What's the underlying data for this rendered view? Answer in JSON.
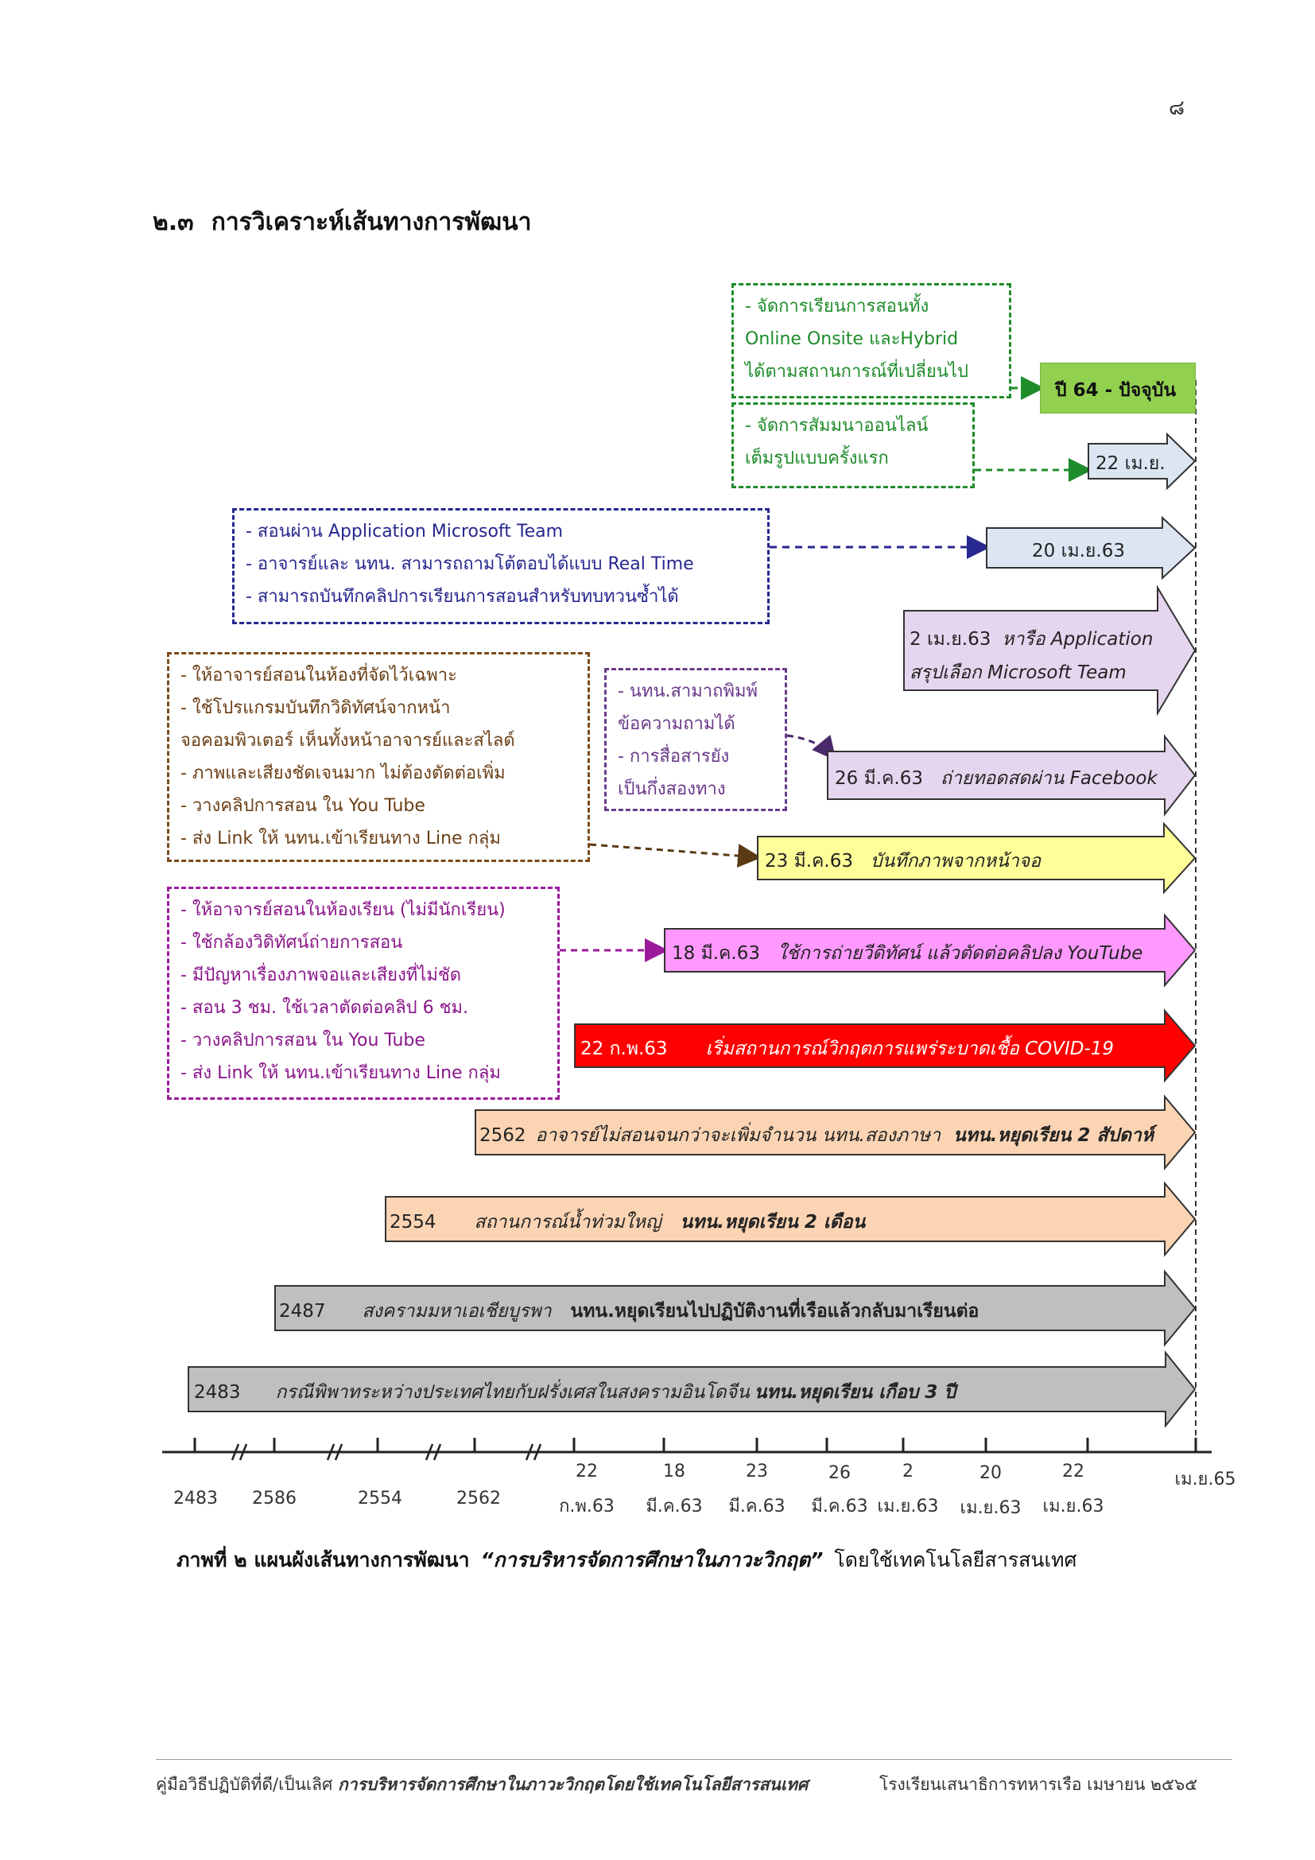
{
  "page_number": "๘",
  "heading": {
    "number": "๒.๓",
    "title": "การวิเคราะห์เส้นทางการพัฒนา"
  },
  "notes": {
    "green_top": [
      "- จัดการเรียนการสอนทั้ง",
      "Online Onsite และHybrid",
      "ได้ตามสถานการณ์ที่เปลี่ยนไป"
    ],
    "green_bottom": [
      "- จัดการสัมมนาออนไลน์",
      "เต็มรูปแบบครั้งแรก"
    ],
    "blue": [
      "- สอนผ่าน Application Microsoft Team",
      "- อาจารย์และ นทน. สามารถถามโต้ตอบได้แบบ Real Time",
      "- สามารถบันทึกคลิปการเรียนการสอนสำหรับทบทวนซ้ำได้"
    ],
    "purple_small": [
      "- นทน.สามาถพิมพ์",
      "ข้อความถามได้",
      "- การสื่อสารยัง",
      "เป็นกึ่งสองทาง"
    ],
    "brown": [
      "- ให้อาจารย์สอนในห้องที่จัดไว้เฉพาะ",
      "- ใช้โปรแกรมบันทึกวิดิทัศน์จากหน้า",
      "จอคอมพิวเตอร์ เห็นทั้งหน้าอาจารย์และสไลด์",
      "- ภาพและเสียงชัดเจนมาก ไม่ต้องตัดต่อเพิ่ม",
      "- วางคลิปการสอน ใน You Tube",
      "- ส่ง Link ให้ นทน.เข้าเรียนทาง Line กลุ่ม"
    ],
    "magenta": [
      "- ให้อาจารย์สอนในห้องเรียน (ไม่มีนักเรียน)",
      "- ใช้กล้องวิดิทัศน์ถ่ายการสอน",
      "- มีปัญหาเรื่องภาพจอและเสียงที่ไม่ชัด",
      "- สอน 3 ชม. ใช้เวลาตัดต่อคลิป 6 ชม.",
      "- วางคลิปการสอน ใน You Tube",
      "- ส่ง Link ให้ นทน.เข้าเรียนทาง Line กลุ่ม"
    ]
  },
  "arrows": {
    "a64": {
      "label": "ปี 64 - ปัจจุบัน"
    },
    "a22apr": {
      "label": "22 เม.ย."
    },
    "a20apr": {
      "label": "20 เม.ย.63"
    },
    "a2apr": {
      "line1_a": "2 เม.ย.63",
      "line1_b": "หารือ Application",
      "line2": "สรุปเลือก Microsoft Team"
    },
    "a26mar": {
      "date": "26 มี.ค.63",
      "desc": "ถ่ายทอดสดผ่าน Facebook"
    },
    "a23mar": {
      "date": "23 มี.ค.63",
      "desc": "บันทึกภาพจากหน้าจอ"
    },
    "a18mar": {
      "date": "18 มี.ค.63",
      "desc": "ใช้การถ่ายวีดิทัศน์ แล้วตัดต่อคลิปลง YouTube"
    },
    "a22feb": {
      "date": "22 ก.พ.63",
      "desc": "เริ่มสถานการณ์วิกฤตการแพร่ระบาดเชื้อ COVID-19"
    },
    "a2562": {
      "year": "2562",
      "desc": "อาจารย์ไม่สอนจนกว่าจะเพิ่มจำนวน นทน.สองภาษา",
      "bold": "นทน.หยุดเรียน 2 สัปดาห์"
    },
    "a2554": {
      "year": "2554",
      "desc": "สถานการณ์น้ำท่วมใหญ่",
      "bold": "นทน.หยุดเรียน 2 เดือน"
    },
    "a2487": {
      "year": "2487",
      "desc": "สงครามมหาเอเชียบูรพา",
      "bold": "นทน.หยุดเรียนไปปฏิบัติงานที่เรือแล้วกลับมาเรียนต่อ"
    },
    "a2483": {
      "year": "2483",
      "desc": "กรณีพิพาทระหว่างประเทศไทยกับฝรั่งเศสในสงครามอินโดจีน",
      "bold": "นทน.หยุดเรียน เกือบ 3 ปี"
    }
  },
  "axis": {
    "years": [
      "2483",
      "2586",
      "2554",
      "2562"
    ],
    "dates": [
      {
        "top": "22",
        "bottom": "ก.พ.63"
      },
      {
        "top": "18",
        "bottom": "มี.ค.63"
      },
      {
        "top": "23",
        "bottom": "มี.ค.63"
      },
      {
        "top": "26",
        "bottom": "มี.ค.63"
      },
      {
        "top": "2",
        "bottom": "เม.ย.63"
      },
      {
        "top": "20",
        "bottom": "เม.ย.63"
      },
      {
        "top": "22",
        "bottom": "เม.ย.63"
      }
    ],
    "end": "เม.ย.65"
  },
  "caption": {
    "prefix": "ภาพที่ ๒ แผนผังเส้นทางการพัฒนา",
    "title": "“การบริหารจัดการศึกษาในภาวะวิกฤต”",
    "suffix": "โดยใช้เทคโนโลยีสารสนเทศ"
  },
  "footer": {
    "left_plain": "คู่มือวิธีปฏิบัติที่ดี/เป็นเลิศ",
    "left_italic": "การบริหารจัดการศึกษาในภาวะวิกฤตโดยใช้เทคโนโลยีสารสนเทศ",
    "right": "โรงเรียนเสนาธิการทหารเรือ เมษายน ๒๕๖๕"
  },
  "colors": {
    "green_fill": "#92d050",
    "light_blue": "#dce6f2",
    "lavender": "#e6d5ee",
    "yellow": "#ffff99",
    "magenta_fill": "#ff99ff",
    "red": "#ff0000",
    "peach": "#fbd4b4",
    "gray": "#bfbfbf",
    "green_dash": "#1e8c2a",
    "blue_dash": "#26278f",
    "brown_dash": "#7a4a1a",
    "magenta_dash": "#9b1a9b",
    "purple_dash": "#6a3a8a"
  }
}
